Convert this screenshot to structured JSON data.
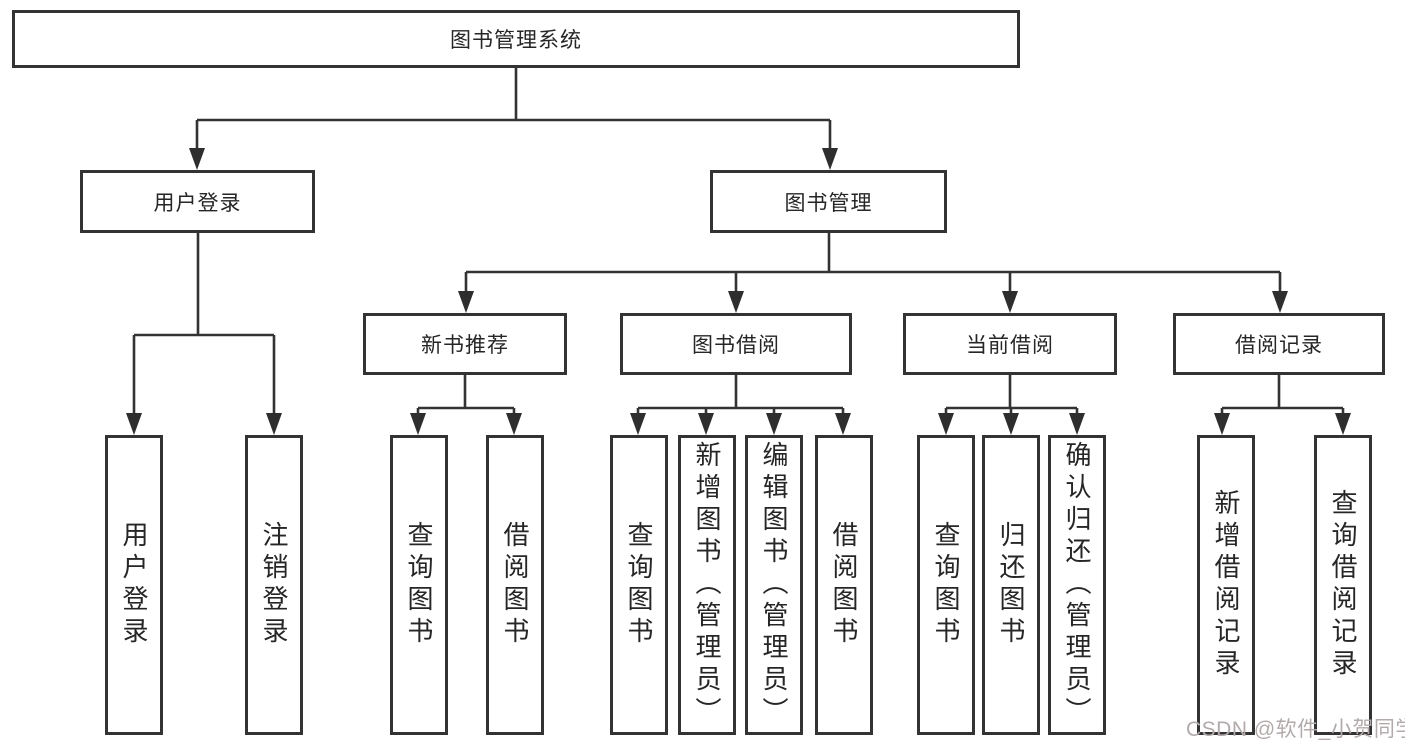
{
  "diagram": {
    "title": "图书管理系统",
    "colors": {
      "line": "#333333",
      "node_border": "#333333",
      "node_text": "#262626",
      "background": "#ffffff",
      "watermark_text": "#b3abab"
    },
    "tree": {
      "label": "图书管理系统",
      "children": [
        {
          "label": "用户登录",
          "children": [
            {
              "label": "用户登录"
            },
            {
              "label": "注销登录"
            }
          ]
        },
        {
          "label": "图书管理",
          "children": [
            {
              "label": "新书推荐",
              "children": [
                {
                  "label": "查询图书"
                },
                {
                  "label": "借阅图书"
                }
              ]
            },
            {
              "label": "图书借阅",
              "children": [
                {
                  "label": "查询图书"
                },
                {
                  "label": "新增图书（管理员）"
                },
                {
                  "label": "编辑图书（管理员）"
                },
                {
                  "label": "借阅图书"
                }
              ]
            },
            {
              "label": "当前借阅",
              "children": [
                {
                  "label": "查询图书"
                },
                {
                  "label": "归还图书"
                },
                {
                  "label": "确认归还（管理员）"
                }
              ]
            },
            {
              "label": "借阅记录",
              "children": [
                {
                  "label": "新增借阅记录"
                },
                {
                  "label": "查询借阅记录"
                }
              ]
            }
          ]
        }
      ]
    },
    "watermark": "CSDN @软件_小贺同学"
  }
}
